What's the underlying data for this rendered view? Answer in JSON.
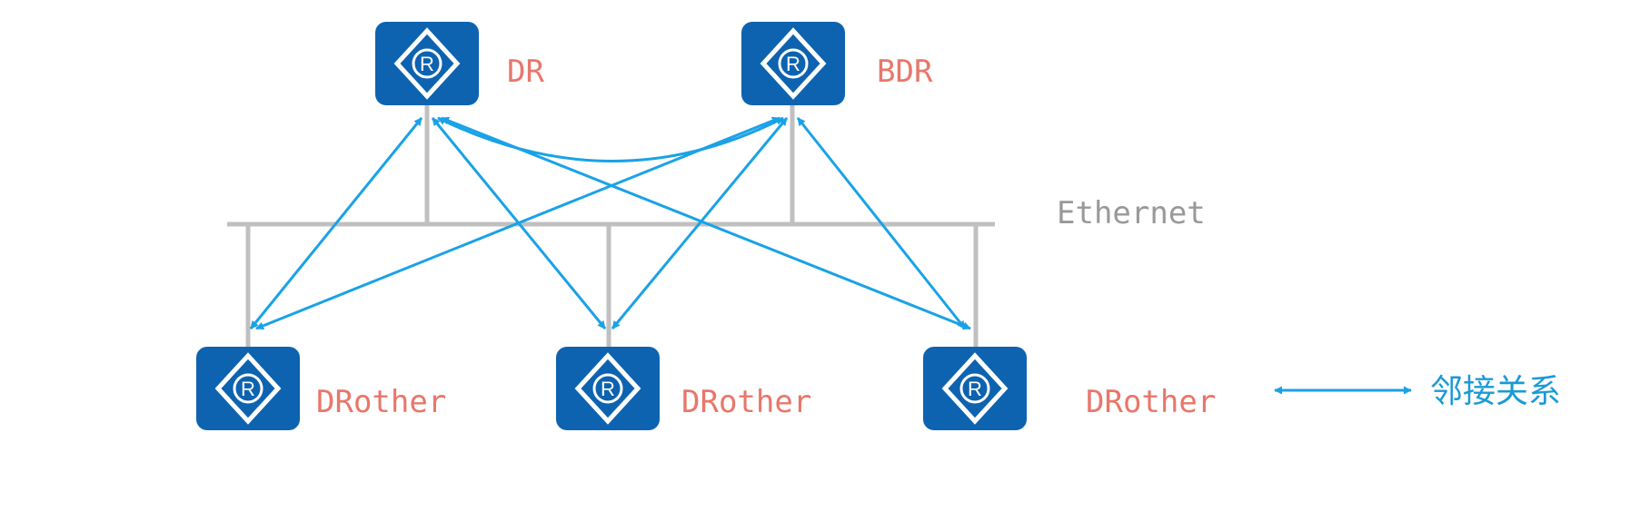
{
  "diagram": {
    "ethernet_label": "Ethernet",
    "legend_label": "邻接关系",
    "colors": {
      "router_fill": "#0d63b0",
      "adjacency_arrow": "#1aa2e6",
      "bus_line": "#c0c0c0",
      "role_text": "#e8776a",
      "ethernet_text": "#999999",
      "legend_text": "#1a9ad6"
    },
    "routers": [
      {
        "id": "r1",
        "role": "DR",
        "icon": "router-icon"
      },
      {
        "id": "r2",
        "role": "BDR",
        "icon": "router-icon"
      },
      {
        "id": "r3",
        "role": "DRother",
        "icon": "router-icon"
      },
      {
        "id": "r4",
        "role": "DRother",
        "icon": "router-icon"
      },
      {
        "id": "r5",
        "role": "DRother",
        "icon": "router-icon"
      }
    ],
    "adjacencies": [
      {
        "from": "DR",
        "to": "BDR"
      },
      {
        "from": "DR",
        "to": "DRother (left)"
      },
      {
        "from": "DR",
        "to": "DRother (middle)"
      },
      {
        "from": "DR",
        "to": "DRother (right)"
      },
      {
        "from": "BDR",
        "to": "DRother (left)"
      },
      {
        "from": "BDR",
        "to": "DRother (middle)"
      },
      {
        "from": "BDR",
        "to": "DRother (right)"
      }
    ]
  }
}
